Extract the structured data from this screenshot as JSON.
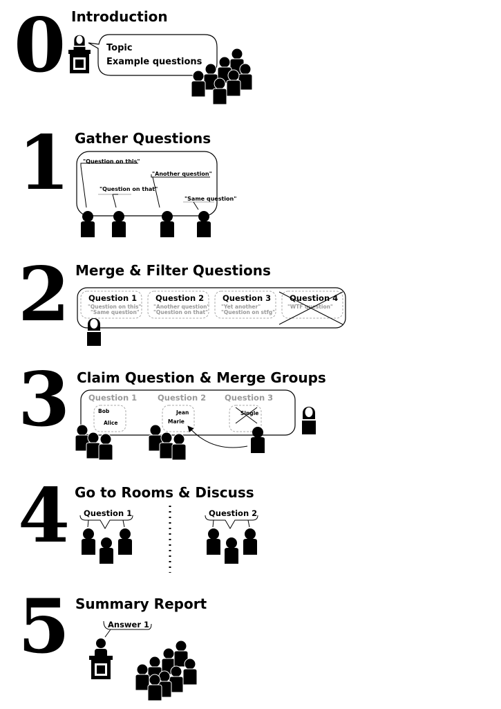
{
  "step0": {
    "number": "0",
    "title": "Introduction",
    "bubble_line1": "Topic",
    "bubble_line2": "Example questions"
  },
  "step1": {
    "number": "1",
    "title": "Gather Questions",
    "q_on_this": "\"Question on this\"",
    "q_another": "\"Another question\"",
    "q_on_that": "\"Question on that\"",
    "q_same": "\"Same question\""
  },
  "step2": {
    "number": "2",
    "title": "Merge & Filter Questions",
    "groups": [
      {
        "heading": "Question 1",
        "line1": "\"Question on this\"",
        "line2": "\"Same question\""
      },
      {
        "heading": "Question 2",
        "line1": "\"Another question\"",
        "line2": "\"Question on that\""
      },
      {
        "heading": "Question 3",
        "line1": "\"Yet another\"",
        "line2": "\"Question on stfg\""
      },
      {
        "heading": "Question 4",
        "line1": "\"WTF question\"",
        "line2": ""
      }
    ]
  },
  "step3": {
    "number": "3",
    "title": "Claim Question & Merge Groups",
    "headings": [
      "Question 1",
      "Question 2",
      "Question 3"
    ],
    "names": {
      "bob": "Bob",
      "alice": "Alice",
      "jean": "Jean",
      "marie": "Marie",
      "single": "Single"
    }
  },
  "step4": {
    "number": "4",
    "title": "Go to Rooms & Discuss",
    "room1": "Question 1",
    "room2": "Question 2"
  },
  "step5": {
    "number": "5",
    "title": "Summary Report",
    "answer": "Answer 1"
  }
}
